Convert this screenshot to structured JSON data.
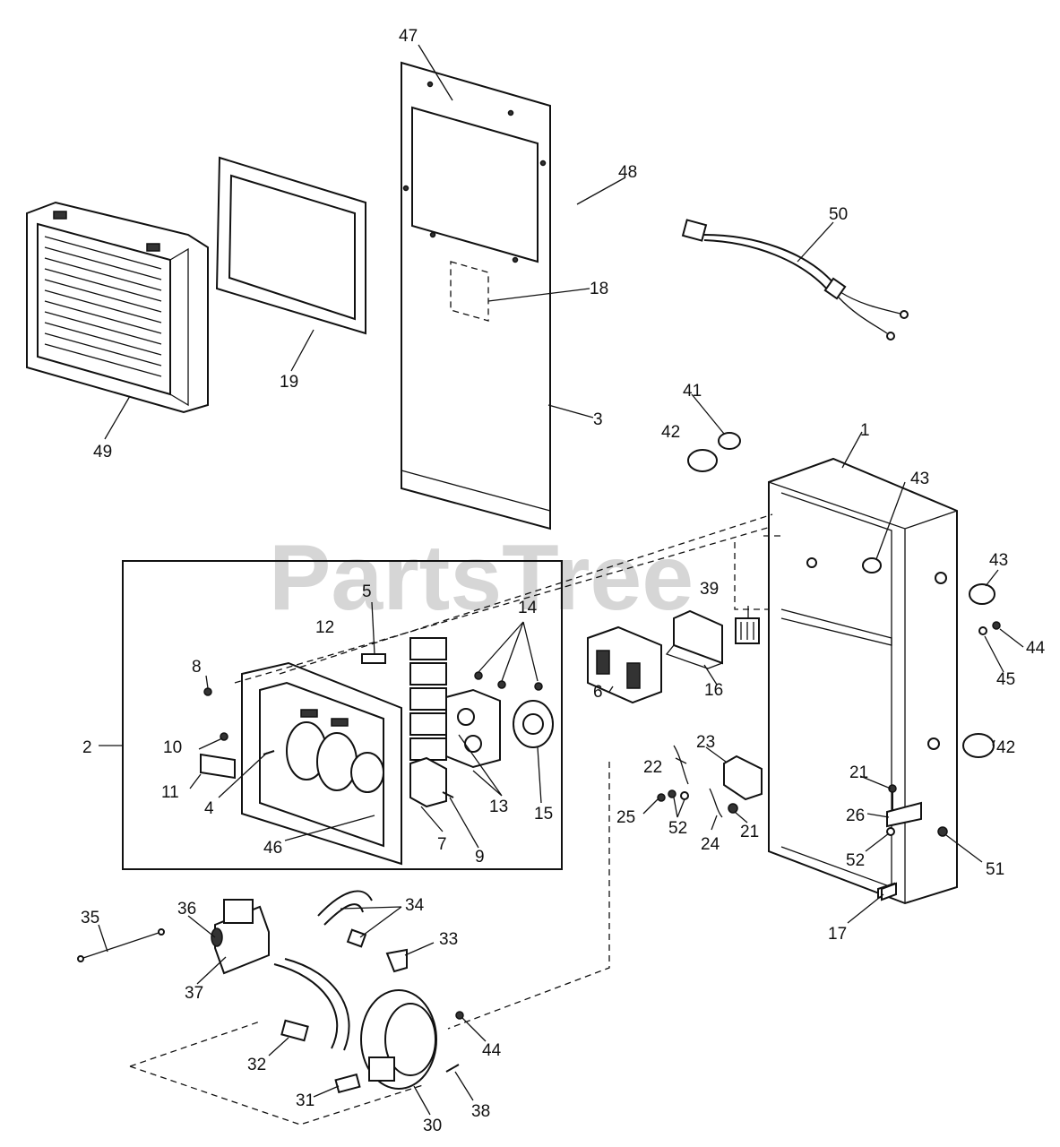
{
  "watermark": {
    "text": "PartsTree",
    "mark": "™"
  },
  "callouts": {
    "c1": "1",
    "c2": "2",
    "c3": "3",
    "c4": "4",
    "c5": "5",
    "c6": "6",
    "c7": "7",
    "c8": "8",
    "c9": "9",
    "c10": "10",
    "c11": "11",
    "c12": "12",
    "c13": "13",
    "c14": "14",
    "c15": "15",
    "c16": "16",
    "c17": "17",
    "c18": "18",
    "c19": "19",
    "c21": "21",
    "c22": "22",
    "c23": "23",
    "c24": "24",
    "c25": "25",
    "c26": "26",
    "c30": "30",
    "c31": "31",
    "c32": "32",
    "c33": "33",
    "c34": "34",
    "c35": "35",
    "c36": "36",
    "c37": "37",
    "c38": "38",
    "c39": "39",
    "c41": "41",
    "c42": "42",
    "c43": "43",
    "c44": "44",
    "c45": "45",
    "c46": "46",
    "c47": "47",
    "c48": "48",
    "c49": "49",
    "c50": "50",
    "c51": "51",
    "c52": "52"
  }
}
